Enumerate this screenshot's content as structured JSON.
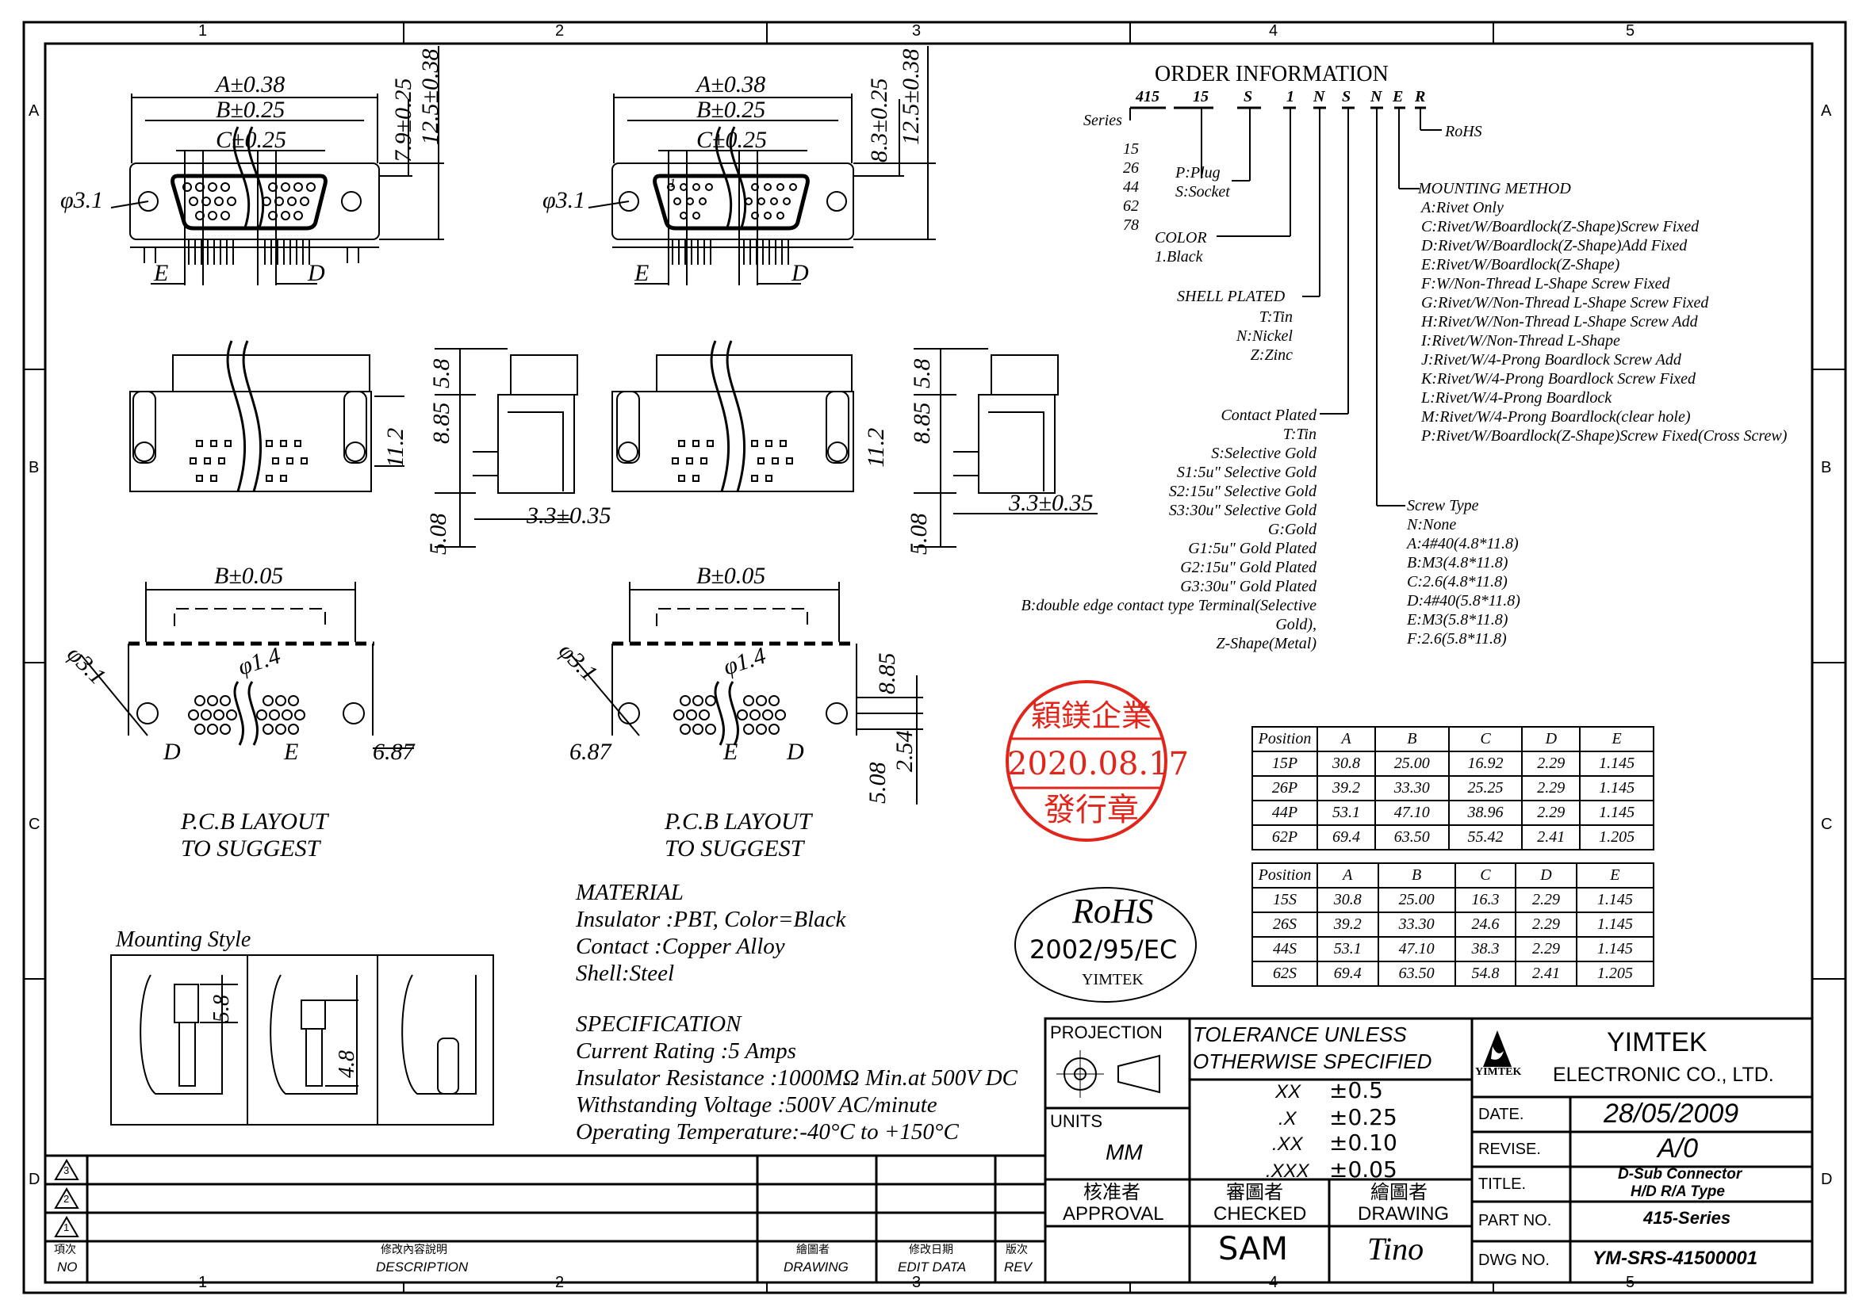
{
  "border": {
    "columns": [
      "1",
      "2",
      "3",
      "4",
      "5"
    ],
    "rows": [
      "A",
      "B",
      "C",
      "D"
    ]
  },
  "order": {
    "title": "ORDER INFORMATION",
    "codes": [
      "415",
      "15",
      "S",
      "1",
      "N",
      "S",
      "N",
      "E",
      "R"
    ],
    "series_label": "Series",
    "positions": [
      "15",
      "26",
      "44",
      "62",
      "78"
    ],
    "gender": [
      "P:Plug",
      "S:Socket"
    ],
    "color_title": "COLOR",
    "color_value": "1.Black",
    "rohs": "RoHS",
    "shell_title": "SHELL PLATED",
    "shell_options": [
      "T:Tin",
      "N:Nickel",
      "Z:Zinc"
    ],
    "contact_title": "Contact Plated",
    "contact_options": [
      "T:Tin",
      "S:Selective Gold",
      "S1:5u\" Selective Gold",
      "S2:15u\" Selective Gold",
      "S3:30u\" Selective Gold",
      "G:Gold",
      "G1:5u\" Gold Plated",
      "G2:15u\" Gold Plated",
      "G3:30u\" Gold Plated",
      "B:double edge contact type Terminal(Selective",
      "Gold),",
      "Z-Shape(Metal)"
    ],
    "mount_title": "MOUNTING METHOD",
    "mount_options": [
      "A:Rivet Only",
      "C:Rivet/W/Boardlock(Z-Shape)Screw Fixed",
      "D:Rivet/W/Boardlock(Z-Shape)Add Fixed",
      "E:Rivet/W/Boardlock(Z-Shape)",
      "F:W/Non-Thread L-Shape Screw Fixed",
      "G:Rivet/W/Non-Thread L-Shape Screw Fixed",
      "H:Rivet/W/Non-Thread L-Shape Screw Add",
      "I:Rivet/W/Non-Thread L-Shape",
      "J:Rivet/W/4-Prong Boardlock Screw Add",
      "K:Rivet/W/4-Prong Boardlock Screw Fixed",
      "L:Rivet/W/4-Prong Boardlock",
      "M:Rivet/W/4-Prong Boardlock(clear hole)",
      "P:Rivet/W/Boardlock(Z-Shape)Screw Fixed(Cross Screw)"
    ],
    "screw_title": "Screw Type",
    "screw_options": [
      "N:None",
      "A:4#40(4.8*11.8)",
      "B:M3(4.8*11.8)",
      "C:2.6(4.8*11.8)",
      "D:4#40(5.8*11.8)",
      "E:M3(5.8*11.8)",
      "F:2.6(5.8*11.8)"
    ]
  },
  "dims": {
    "a": "A±0.38",
    "b": "B±0.25",
    "c": "C±0.25",
    "phi31": "φ3.1",
    "phi14": "φ1.4",
    "phi31b": "φ3.1",
    "e": "E",
    "d": "D",
    "h79": "7.9±0.25",
    "h83": "8.3±0.25",
    "h125": "12.5±0.38",
    "h112": "11.2",
    "h885": "8.85",
    "h58": "5.8",
    "h508": "5.08",
    "w33": "3.3±0.35",
    "b005": "B±0.05",
    "w687": "6.87",
    "h254": "2.54",
    "h48": "4.8",
    "one": "1"
  },
  "pcb_label": [
    "P.C.B LAYOUT",
    "TO SUGGEST"
  ],
  "mounting_style": "Mounting Style",
  "material": {
    "title": "MATERIAL",
    "lines": [
      "Insulator :PBT, Color=Black",
      "Contact :Copper Alloy",
      "Shell:Steel"
    ]
  },
  "spec": {
    "title": "SPECIFICATION",
    "lines": [
      "Current Rating :5 Amps",
      "Insulator Resistance  :1000MΩ Min.at 500V DC",
      "Withstanding Voltage  :500V AC/minute",
      "Operating Temperature:-40°C to +150°C"
    ]
  },
  "stamp": {
    "top": "穎鎂企業",
    "date": "2020.08.17",
    "bottom": "發行章",
    "color": "#e1251b"
  },
  "rohs_badge": {
    "title": "RoHS",
    "code": "2002/95/EC",
    "brand": "YIMTEK"
  },
  "plug_table": {
    "headers": [
      "Position",
      "A",
      "B",
      "C",
      "D",
      "E"
    ],
    "rows": [
      [
        "15P",
        "30.8",
        "25.00",
        "16.92",
        "2.29",
        "1.145"
      ],
      [
        "26P",
        "39.2",
        "33.30",
        "25.25",
        "2.29",
        "1.145"
      ],
      [
        "44P",
        "53.1",
        "47.10",
        "38.96",
        "2.29",
        "1.145"
      ],
      [
        "62P",
        "69.4",
        "63.50",
        "55.42",
        "2.41",
        "1.205"
      ]
    ]
  },
  "socket_table": {
    "headers": [
      "Position",
      "A",
      "B",
      "C",
      "D",
      "E"
    ],
    "rows": [
      [
        "15S",
        "30.8",
        "25.00",
        "16.3",
        "2.29",
        "1.145"
      ],
      [
        "26S",
        "39.2",
        "33.30",
        "24.6",
        "2.29",
        "1.145"
      ],
      [
        "44S",
        "53.1",
        "47.10",
        "38.3",
        "2.29",
        "1.145"
      ],
      [
        "62S",
        "69.4",
        "63.50",
        "54.8",
        "2.41",
        "1.205"
      ]
    ]
  },
  "title_block": {
    "projection": "PROJECTION",
    "units_label": "UNITS",
    "units": "MM",
    "tol_title": [
      "TOLERANCE  UNLESS",
      "OTHERWISE  SPECIFIED"
    ],
    "tolerances": [
      [
        "XX",
        "±0.5"
      ],
      [
        ".X",
        "±0.25"
      ],
      [
        ".XX",
        "±0.10"
      ],
      [
        ".XXX",
        "±0.05"
      ]
    ],
    "approval_cn": "核准者",
    "approval": "APPROVAL",
    "checked_cn": "審圖者",
    "checked": "CHECKED",
    "drawing_cn": "繪圖者",
    "drawing": "DRAWING",
    "checked_name": "SAM",
    "drawing_name": "Tino",
    "company": [
      "YIMTEK",
      "ELECTRONIC  CO.,  LTD."
    ],
    "logo_text": "YIMTEK",
    "date_label": "DATE.",
    "date": "28/05/2009",
    "revise_label": "REVISE.",
    "revise": "A/0",
    "title_label": "TITLE.",
    "title": [
      "D-Sub  Connector",
      "H/D  R/A  Type"
    ],
    "part_label": "PART NO.",
    "part": "415-Series",
    "dwg_label": "DWG NO.",
    "dwg": "YM-SRS-41500001"
  },
  "revision": {
    "marks": [
      "3",
      "2",
      "1"
    ],
    "no_cn": "項次",
    "no": "NO",
    "desc_cn": "修改內容說明",
    "desc": "DESCRIPTION",
    "drawing_cn": "繪圖者",
    "drawing": "DRAWING",
    "date_cn": "修改日期",
    "date": "EDIT DATA",
    "rev_cn": "版次",
    "rev": "REV"
  }
}
